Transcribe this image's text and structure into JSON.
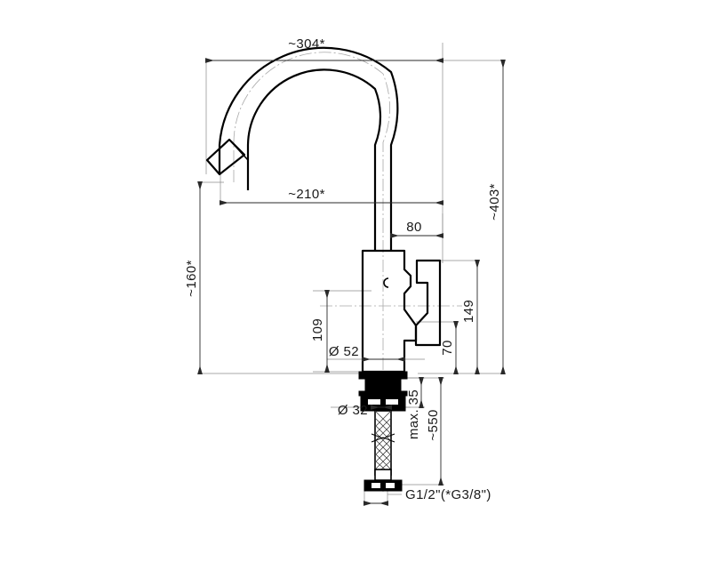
{
  "drawing": {
    "type": "technical-dimension-drawing",
    "subject": "single-lever kitchen sink mixer tap with gooseneck spout",
    "units": "mm",
    "background_color": "#ffffff",
    "line_color": "#000000",
    "centerline_color": "#9a9a9a",
    "dimension_line_color": "#3a3a3a",
    "text_color": "#1a1a1a"
  },
  "dimensions": {
    "spout_total_reach": "~304*",
    "spout_outlet_reach": "~210*",
    "outlet_height": "~160*",
    "overall_height": "~403*",
    "handle_projection": "80",
    "body_height": "109",
    "handle_top_height": "149",
    "handle_pivot_height": "70",
    "body_diameter": "Ø 52",
    "shank_diameter": "Ø 32",
    "max_deck_thickness": "max. 35",
    "hose_length": "~550",
    "connection_thread": "G1/2\"(*G3/8\")"
  },
  "labels": [
    {
      "id": "top-width",
      "text": "~304*",
      "orientation": "horizontal"
    },
    {
      "id": "outlet-reach",
      "text": "~210*",
      "orientation": "horizontal"
    },
    {
      "id": "outlet-height",
      "text": "~160*",
      "orientation": "vertical"
    },
    {
      "id": "overall-height",
      "text": "~403*",
      "orientation": "vertical"
    },
    {
      "id": "handle-projection",
      "text": "80",
      "orientation": "horizontal"
    },
    {
      "id": "body-height",
      "text": "109",
      "orientation": "vertical"
    },
    {
      "id": "body-diameter",
      "text": "Ø 52",
      "orientation": "horizontal"
    },
    {
      "id": "handle-top",
      "text": "149",
      "orientation": "vertical"
    },
    {
      "id": "handle-pivot",
      "text": "70",
      "orientation": "vertical"
    },
    {
      "id": "shank-diameter",
      "text": "Ø 32",
      "orientation": "horizontal"
    },
    {
      "id": "deck-thickness",
      "text": "max. 35",
      "orientation": "vertical"
    },
    {
      "id": "hose-length",
      "text": "~550",
      "orientation": "vertical"
    },
    {
      "id": "thread-size",
      "text": "G1/2\"(*G3/8\")",
      "orientation": "horizontal"
    }
  ]
}
